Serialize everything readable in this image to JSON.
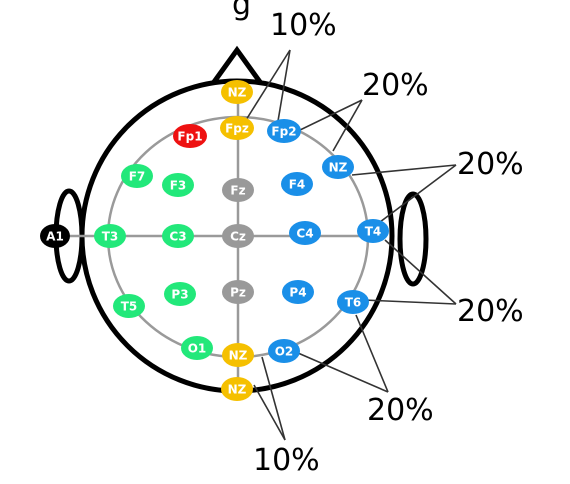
{
  "title_fragment": "g",
  "colors": {
    "red": "#ee1111",
    "yellow": "#f5c000",
    "blue": "#1a8fe8",
    "green": "#22e87a",
    "gray": "#999999",
    "black": "#000000"
  },
  "electrodes": {
    "nz_top": {
      "label": "NZ",
      "color": "yellow"
    },
    "fpz": {
      "label": "Fpz",
      "color": "yellow"
    },
    "fp1": {
      "label": "Fp1",
      "color": "red"
    },
    "fp2": {
      "label": "Fp2",
      "color": "blue"
    },
    "nz_right": {
      "label": "NZ",
      "color": "blue"
    },
    "f7": {
      "label": "F7",
      "color": "green"
    },
    "f3": {
      "label": "F3",
      "color": "green"
    },
    "fz": {
      "label": "Fz",
      "color": "gray"
    },
    "f4": {
      "label": "F4",
      "color": "blue"
    },
    "a1": {
      "label": "A1",
      "color": "black"
    },
    "t3": {
      "label": "T3",
      "color": "green"
    },
    "c3": {
      "label": "C3",
      "color": "green"
    },
    "cz": {
      "label": "Cz",
      "color": "gray"
    },
    "c4": {
      "label": "C4",
      "color": "blue"
    },
    "t4": {
      "label": "T4",
      "color": "blue"
    },
    "t5": {
      "label": "T5",
      "color": "green"
    },
    "p3": {
      "label": "P3",
      "color": "green"
    },
    "pz": {
      "label": "Pz",
      "color": "gray"
    },
    "p4": {
      "label": "P4",
      "color": "blue"
    },
    "t6": {
      "label": "T6",
      "color": "blue"
    },
    "o1": {
      "label": "O1",
      "color": "green"
    },
    "nz_bottom_inner": {
      "label": "NZ",
      "color": "yellow"
    },
    "o2": {
      "label": "O2",
      "color": "blue"
    },
    "nz_bottom": {
      "label": "NZ",
      "color": "yellow"
    }
  },
  "annotations": {
    "top": "10%",
    "upper_right": "20%",
    "right_upper": "20%",
    "right_lower": "20%",
    "lower_right": "20%",
    "bottom": "10%"
  }
}
